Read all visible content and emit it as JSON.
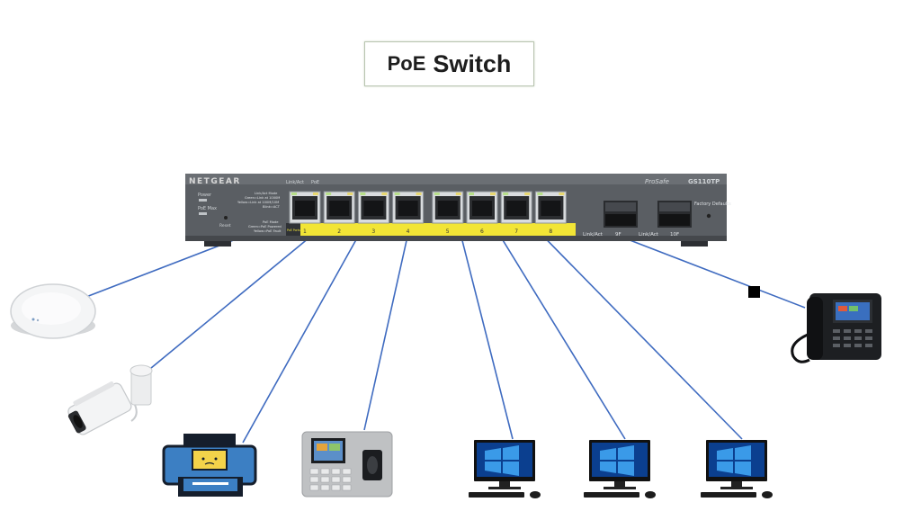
{
  "title": {
    "part1": "PoE",
    "part2": "Switch"
  },
  "switch": {
    "brand": "NETGEAR",
    "model_prefix": "ProSafe",
    "model": "GS110TP",
    "header_labels": {
      "link_act": "Link/Act",
      "poe": "PoE"
    },
    "status_labels": {
      "power": "Power",
      "poe_max": "PoE Max",
      "reset": "Reset"
    },
    "link_mode_legend": [
      "Link/Act Mode",
      "Green=Link at 1000M",
      "Yellow=Link at 100M/10M",
      "Blink=ACT"
    ],
    "poe_mode_legend": [
      "PoE Mode",
      "Green=PoE Powered",
      "Yellow=PoE Fault"
    ],
    "poe_badge": "PoE Ports",
    "ports": [
      "1",
      "2",
      "3",
      "4",
      "5",
      "6",
      "7",
      "8"
    ],
    "sfp_ports": [
      "9F",
      "10F"
    ],
    "sfp_link_label": "Link/Act",
    "factory_defaults": "Factory Defaults"
  },
  "devices": [
    {
      "name": "access-point"
    },
    {
      "name": "ip-camera"
    },
    {
      "name": "printer"
    },
    {
      "name": "biometric-attendance-terminal"
    },
    {
      "name": "desktop-computer-1"
    },
    {
      "name": "desktop-computer-2"
    },
    {
      "name": "desktop-computer-3"
    },
    {
      "name": "ip-phone"
    }
  ],
  "colors": {
    "cable": "#3f6bc0",
    "switch_body": "#5a5e63",
    "poe_strip": "#f2e536",
    "title_border": "#b9c5b0"
  }
}
